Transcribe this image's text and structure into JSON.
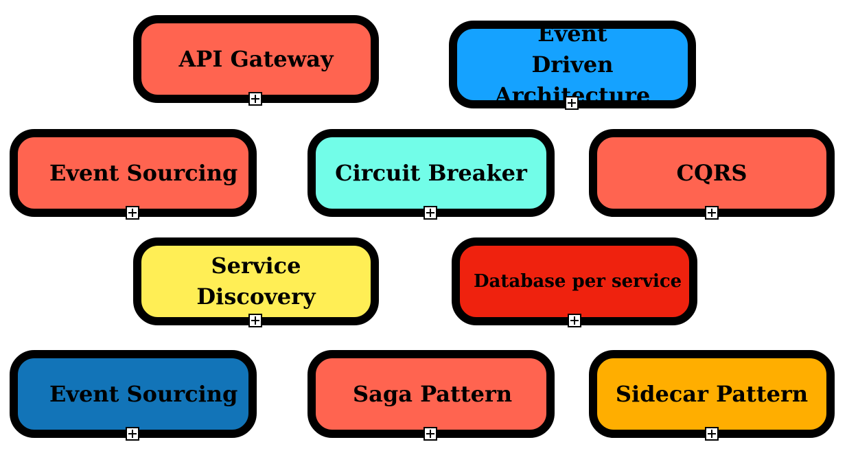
{
  "nodes": [
    {
      "id": "api-gateway",
      "label": "API Gateway",
      "color": "#ff6450"
    },
    {
      "id": "event-driven-architecture",
      "label": "Event Driven Architecture",
      "color": "#15a2ff"
    },
    {
      "id": "event-sourcing-1",
      "label": "Event Sourcing",
      "color": "#ff6450"
    },
    {
      "id": "circuit-breaker",
      "label": "Circuit Breaker",
      "color": "#72fde8"
    },
    {
      "id": "cqrs",
      "label": "CQRS",
      "color": "#ff6450"
    },
    {
      "id": "service-discovery",
      "label": "Service Discovery",
      "color": "#ffee55"
    },
    {
      "id": "database-per-service",
      "label": "Database per service",
      "color": "#ef220e"
    },
    {
      "id": "event-sourcing-2",
      "label": "Event Sourcing",
      "color": "#1274b8"
    },
    {
      "id": "saga-pattern",
      "label": "Saga Pattern",
      "color": "#ff6450"
    },
    {
      "id": "sidecar-pattern",
      "label": "Sidecar Pattern",
      "color": "#ffae00"
    }
  ],
  "expand_icon": "plus-icon"
}
